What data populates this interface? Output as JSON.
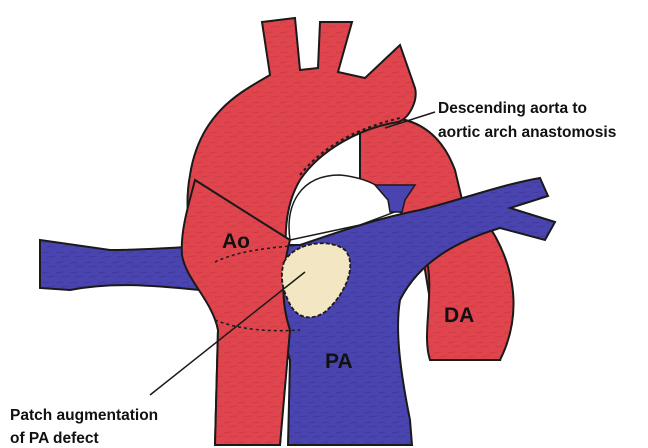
{
  "labels": {
    "ao": "Ao",
    "pa": "PA",
    "da": "DA"
  },
  "annotations": {
    "descending_line1": "Descending aorta to",
    "descending_line2": "aortic arch anastomosis",
    "patch_line1": "Patch augmentation",
    "patch_line2": "of PA defect"
  },
  "colors": {
    "aorta": "#e0454e",
    "aorta_dark": "#b52a33",
    "pulmonary": "#4a44b0",
    "pulmonary_dark": "#2e2a80",
    "patch": "#f3e6c2",
    "outline": "#1a1a1a"
  }
}
